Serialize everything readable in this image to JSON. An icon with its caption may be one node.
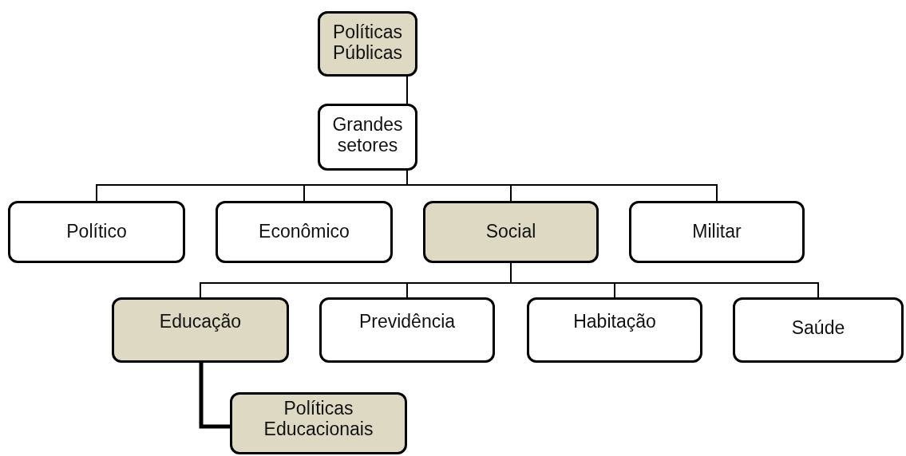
{
  "diagram": {
    "nodes": [
      {
        "text": [
          "Políticas Públicas"
        ]
      },
      {
        "text": [
          "Grandes setores"
        ]
      },
      {
        "text": [
          "Político"
        ]
      },
      {
        "text": [
          "Econômico"
        ]
      },
      {
        "text": [
          "Social"
        ]
      },
      {
        "text": [
          "Militar"
        ]
      },
      {
        "text": [
          "Educação"
        ]
      },
      {
        "text": [
          "Previdência"
        ]
      },
      {
        "text": [
          "Habitação"
        ]
      },
      {
        "text": [
          "Saúde"
        ]
      },
      {
        "text": [
          "Políticas Educacionais"
        ]
      }
    ],
    "edges": [
      {
        "from": 0,
        "to": 1,
        "arrow": "none"
      },
      {
        "from": 1,
        "to": 2,
        "arrow": "none"
      },
      {
        "from": 1,
        "to": 3,
        "arrow": "none"
      },
      {
        "from": 1,
        "to": 4,
        "arrow": "none"
      },
      {
        "from": 1,
        "to": 5,
        "arrow": "none"
      },
      {
        "from": 4,
        "to": 6,
        "arrow": "none"
      },
      {
        "from": 4,
        "to": 7,
        "arrow": "none"
      },
      {
        "from": 4,
        "to": 8,
        "arrow": "none"
      },
      {
        "from": 4,
        "to": 9,
        "arrow": "none"
      },
      {
        "from": 6,
        "to": 10,
        "arrow": "none",
        "style": "thick"
      }
    ]
  }
}
